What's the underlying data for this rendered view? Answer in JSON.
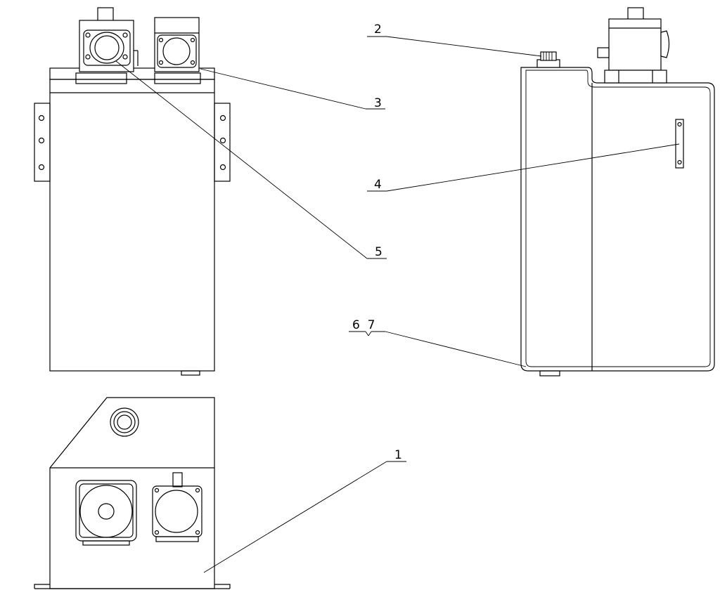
{
  "drawing": {
    "callouts": [
      {
        "id": "c1",
        "label": "1",
        "part": "tank-base-plate"
      },
      {
        "id": "c2",
        "label": "2",
        "part": "breather-cap"
      },
      {
        "id": "c3",
        "label": "3",
        "part": "cover-plate"
      },
      {
        "id": "c4",
        "label": "4",
        "part": "level-gauge"
      },
      {
        "id": "c5",
        "label": "5",
        "part": "pump-motor-flange"
      },
      {
        "id": "c67",
        "label": "6  7",
        "part": "drain-plug-and-seal"
      }
    ],
    "views": [
      "front-view",
      "side-view",
      "top-view"
    ],
    "line_color": "#000000",
    "background": "#ffffff"
  }
}
